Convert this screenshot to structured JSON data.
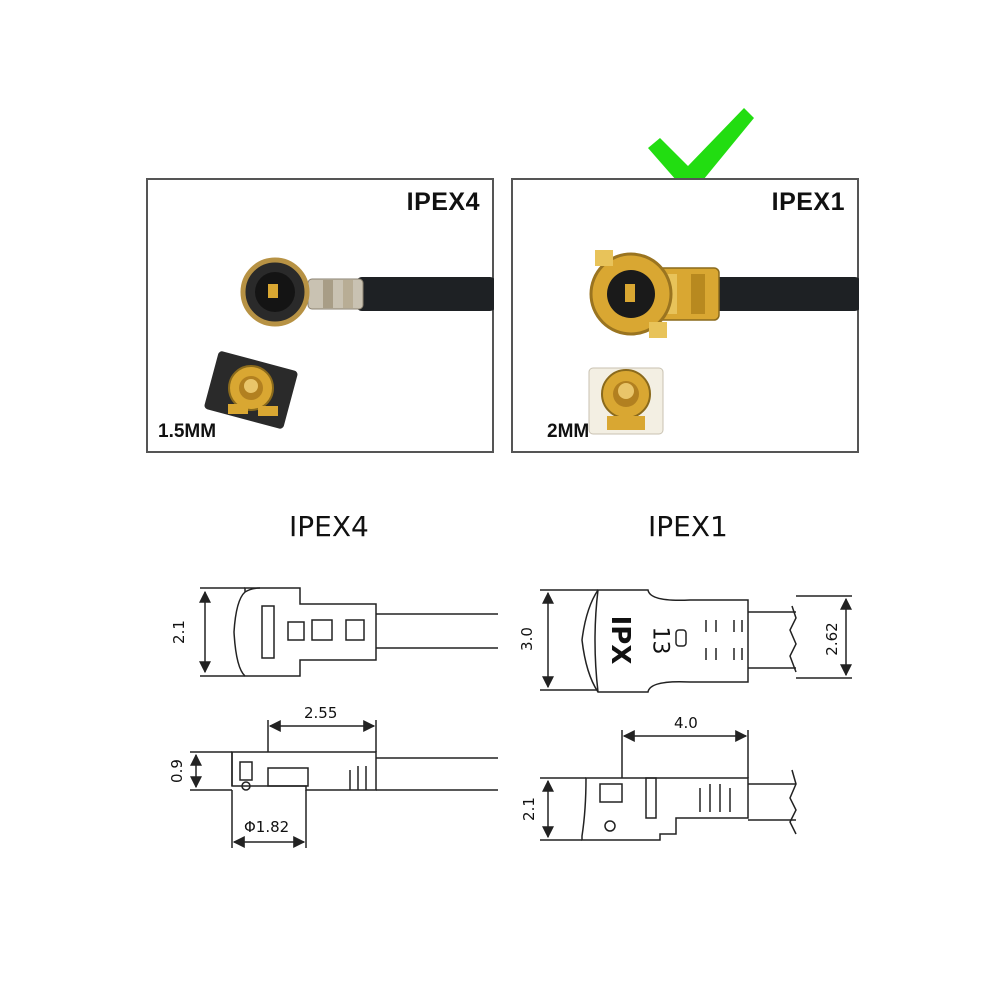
{
  "photos": {
    "left": {
      "model": "IPEX4",
      "size": "1.5MM"
    },
    "right": {
      "model": "IPEX1",
      "size": "2MM"
    }
  },
  "checkmark": {
    "color": "#22dd11",
    "icon": "checkmark-icon"
  },
  "drawings": {
    "left": {
      "title": "IPEX4",
      "dims": {
        "top_height": "2.1",
        "side_height": "0.9",
        "length": "2.55",
        "diameter": "Φ1.82"
      }
    },
    "right": {
      "title": "IPEX1",
      "marking_brand": "IPX",
      "marking_code": "13",
      "dims": {
        "top_height": "3.0",
        "cable_height": "2.62",
        "length": "4.0",
        "side_height": "2.1"
      }
    }
  },
  "colors": {
    "gold": "#d9a732",
    "cable": "#1e2124",
    "drawing_line": "#222222",
    "border": "#555555"
  }
}
